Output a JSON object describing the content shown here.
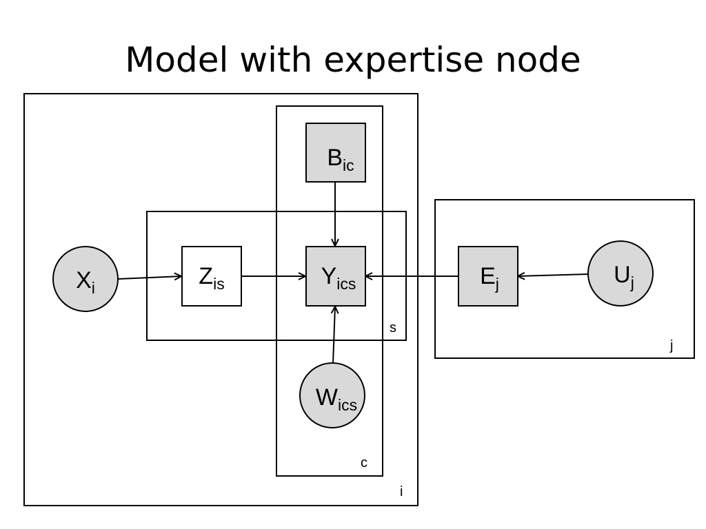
{
  "title": "Model with expertise node",
  "plates": {
    "i": "i",
    "c": "c",
    "s": "s",
    "j": "j"
  },
  "nodes": {
    "X": {
      "main": "X",
      "sub": "i",
      "observed": true,
      "shape": "circle"
    },
    "Z": {
      "main": "Z",
      "sub": "is",
      "observed": false,
      "shape": "square"
    },
    "B": {
      "main": "B",
      "sub": "ic",
      "observed": true,
      "shape": "square"
    },
    "Y": {
      "main": "Y",
      "sub": "ics",
      "observed": true,
      "shape": "square"
    },
    "W": {
      "main": "W",
      "sub": "ics",
      "observed": true,
      "shape": "circle"
    },
    "E": {
      "main": "E",
      "sub": "j",
      "observed": true,
      "shape": "square"
    },
    "U": {
      "main": "U",
      "sub": "j",
      "observed": true,
      "shape": "circle"
    }
  },
  "edges": [
    {
      "from": "X",
      "to": "Z"
    },
    {
      "from": "Z",
      "to": "Y"
    },
    {
      "from": "B",
      "to": "Y"
    },
    {
      "from": "W",
      "to": "Y"
    },
    {
      "from": "E",
      "to": "Y"
    },
    {
      "from": "U",
      "to": "E"
    }
  ],
  "colors": {
    "shaded_fill": "#d9d9d9",
    "stroke": "#000000"
  }
}
